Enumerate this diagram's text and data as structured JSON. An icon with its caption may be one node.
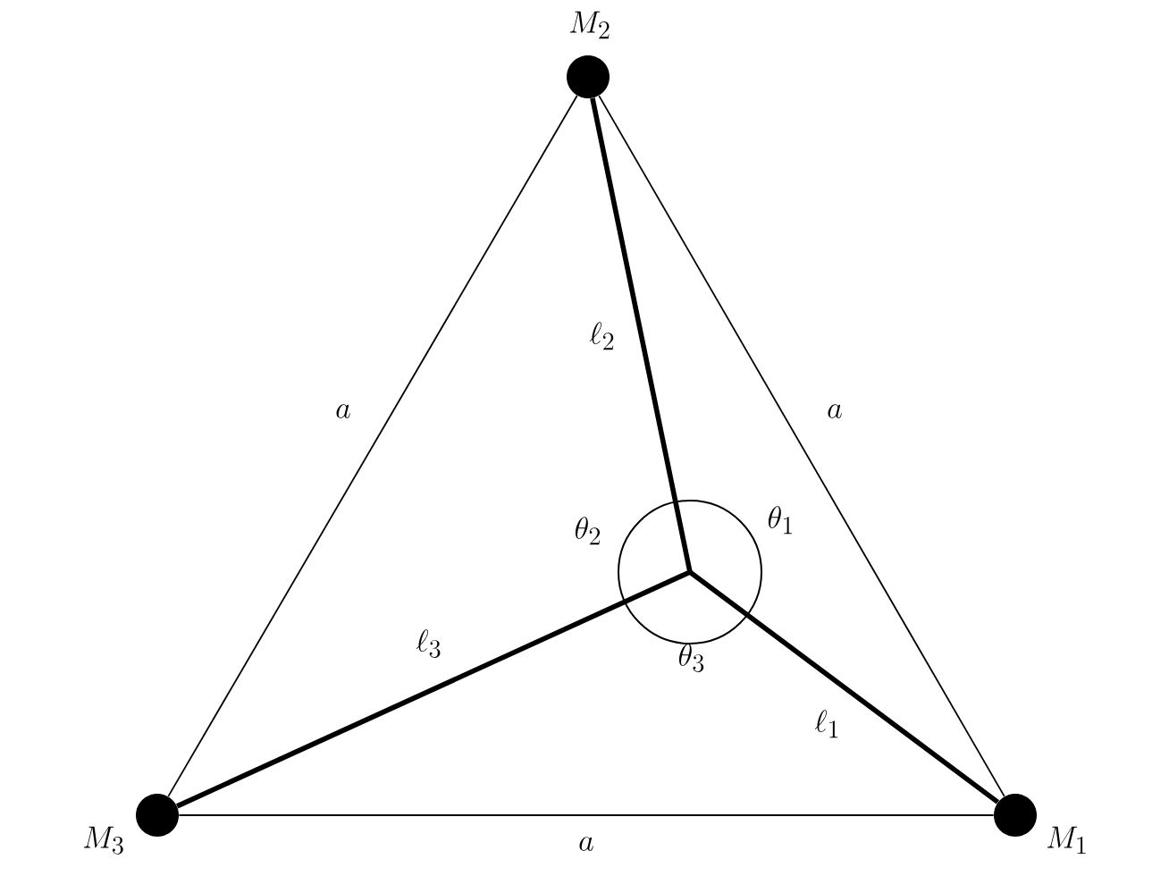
{
  "diagram": {
    "nodes": [
      {
        "text": [],
        "shape": "circle",
        "beside": [
          "M_1"
        ]
      },
      {
        "text": [],
        "shape": "circle",
        "beside": [
          "M_2"
        ]
      },
      {
        "text": [],
        "shape": "circle",
        "beside": [
          "M_3"
        ]
      },
      {
        "text": [],
        "shape": "circle",
        "beside": [
          "\\theta_2",
          "\\theta_1",
          "\\theta_3"
        ]
      }
    ],
    "edges": [
      {
        "from": 0,
        "to": 1,
        "arrow": "none",
        "label": "a"
      },
      {
        "from": 1,
        "to": 2,
        "arrow": "none",
        "label": "a"
      },
      {
        "from": 2,
        "to": 0,
        "arrow": "none",
        "label": "a"
      },
      {
        "from": 3,
        "to": 0,
        "arrow": "none",
        "label": "\\ell_1",
        "style": "thick"
      },
      {
        "from": 3,
        "to": 1,
        "arrow": "none",
        "label": "\\ell_2",
        "style": "thick"
      },
      {
        "from": 3,
        "to": 2,
        "arrow": "none",
        "label": "\\ell_3",
        "style": "thick"
      }
    ]
  }
}
